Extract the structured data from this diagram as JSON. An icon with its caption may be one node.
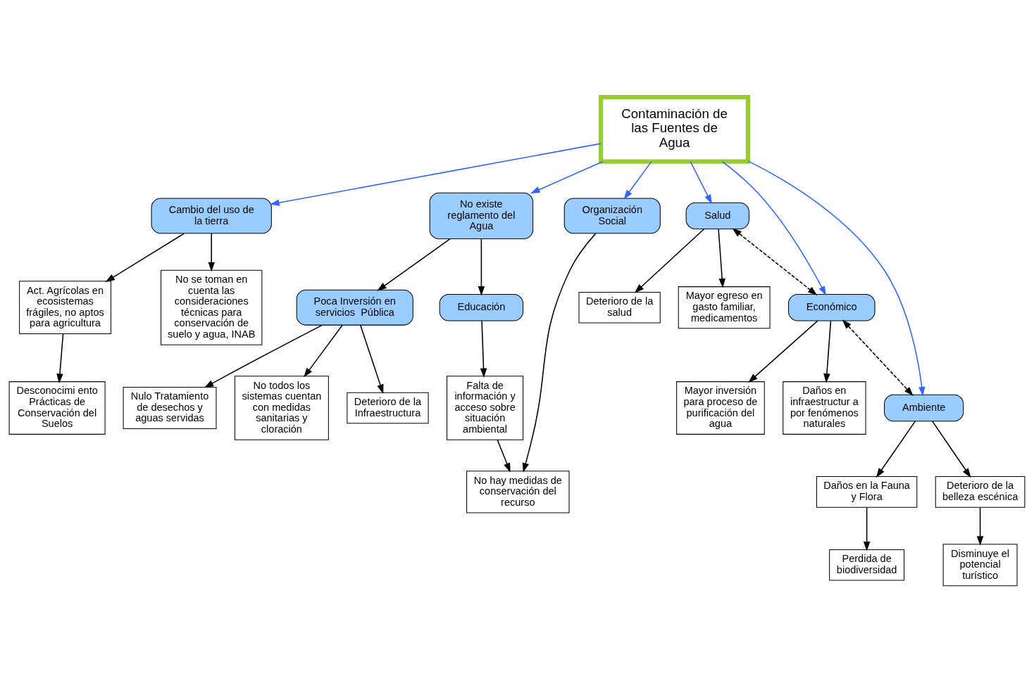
{
  "diagram": {
    "nodes": [
      {
        "text": [
          "Contaminación de las Fuentes de Agua"
        ]
      },
      {
        "text": [
          "Cambio del uso de la tierra"
        ]
      },
      {
        "text": [
          "Act. Agrícolas en ecosistemas frágiles, no aptos para agricultura"
        ]
      },
      {
        "text": [
          "Desconocimi ento Prácticas de Conservación del Suelos"
        ]
      },
      {
        "text": [
          "No se toman en cuenta las consideraciones técnicas para conservación de suelo y agua, INAB"
        ]
      },
      {
        "text": [
          "No existe reglamento del Agua"
        ]
      },
      {
        "text": [
          "Poca Inversión en servicios  Pública"
        ]
      },
      {
        "text": [
          "Nulo Tratamiento de desechos y aguas servidas"
        ]
      },
      {
        "text": [
          "No todos los sistemas cuentan con medidas sanitarias y cloración"
        ]
      },
      {
        "text": [
          "Deterioro de la Infraestructura"
        ]
      },
      {
        "text": [
          "Educación"
        ]
      },
      {
        "text": [
          "Falta de información y acceso sobre situación ambiental"
        ]
      },
      {
        "text": [
          "Organización Social"
        ]
      },
      {
        "text": [
          "No hay medidas de conservación del recurso"
        ]
      },
      {
        "text": [
          "Salud"
        ]
      },
      {
        "text": [
          "Deterioro de la salud"
        ]
      },
      {
        "text": [
          "Mayor egreso en gasto familiar, medicamentos"
        ]
      },
      {
        "text": [
          "Económico"
        ]
      },
      {
        "text": [
          "Mayor inversión para proceso de purificación del agua"
        ]
      },
      {
        "text": [
          "Daños en infraestructur a por fenómenos naturales"
        ]
      },
      {
        "text": [
          "Ambiente"
        ]
      },
      {
        "text": [
          "Daños en la Fauna y Flora"
        ]
      },
      {
        "text": [
          "Deterioro de la belleza escénica"
        ]
      },
      {
        "text": [
          "Perdida de biodiversidad"
        ]
      },
      {
        "text": [
          "Disminuye el potencial turístico"
        ]
      }
    ],
    "edges": [
      {
        "from": 0,
        "to": 1,
        "arrow": "to",
        "color": "#3366ff"
      },
      {
        "from": 0,
        "to": 5,
        "arrow": "to",
        "color": "#3366ff"
      },
      {
        "from": 0,
        "to": 12,
        "arrow": "to",
        "color": "#3366ff"
      },
      {
        "from": 0,
        "to": 14,
        "arrow": "to",
        "color": "#3366ff"
      },
      {
        "from": 0,
        "to": 17,
        "arrow": "to",
        "color": "#3366ff"
      },
      {
        "from": 0,
        "to": 20,
        "arrow": "to",
        "color": "#3366ff"
      },
      {
        "from": 1,
        "to": 2,
        "arrow": "to"
      },
      {
        "from": 1,
        "to": 4,
        "arrow": "to"
      },
      {
        "from": 2,
        "to": 3,
        "arrow": "to"
      },
      {
        "from": 5,
        "to": 6,
        "arrow": "to"
      },
      {
        "from": 5,
        "to": 10,
        "arrow": "to"
      },
      {
        "from": 6,
        "to": 7,
        "arrow": "to"
      },
      {
        "from": 6,
        "to": 8,
        "arrow": "to"
      },
      {
        "from": 6,
        "to": 9,
        "arrow": "to"
      },
      {
        "from": 10,
        "to": 11,
        "arrow": "to"
      },
      {
        "from": 11,
        "to": 13,
        "arrow": "to"
      },
      {
        "from": 12,
        "to": 13,
        "arrow": "to"
      },
      {
        "from": 14,
        "to": 17,
        "arrow": "both",
        "style": "dashed"
      },
      {
        "from": 17,
        "to": 20,
        "arrow": "both",
        "style": "dashed"
      },
      {
        "from": 14,
        "to": 15,
        "arrow": "to"
      },
      {
        "from": 14,
        "to": 16,
        "arrow": "to"
      },
      {
        "from": 17,
        "to": 18,
        "arrow": "to"
      },
      {
        "from": 17,
        "to": 19,
        "arrow": "to"
      },
      {
        "from": 20,
        "to": 21,
        "arrow": "to"
      },
      {
        "from": 20,
        "to": 22,
        "arrow": "to"
      },
      {
        "from": 21,
        "to": 23,
        "arrow": "to"
      },
      {
        "from": 22,
        "to": 24,
        "arrow": "to"
      }
    ]
  }
}
